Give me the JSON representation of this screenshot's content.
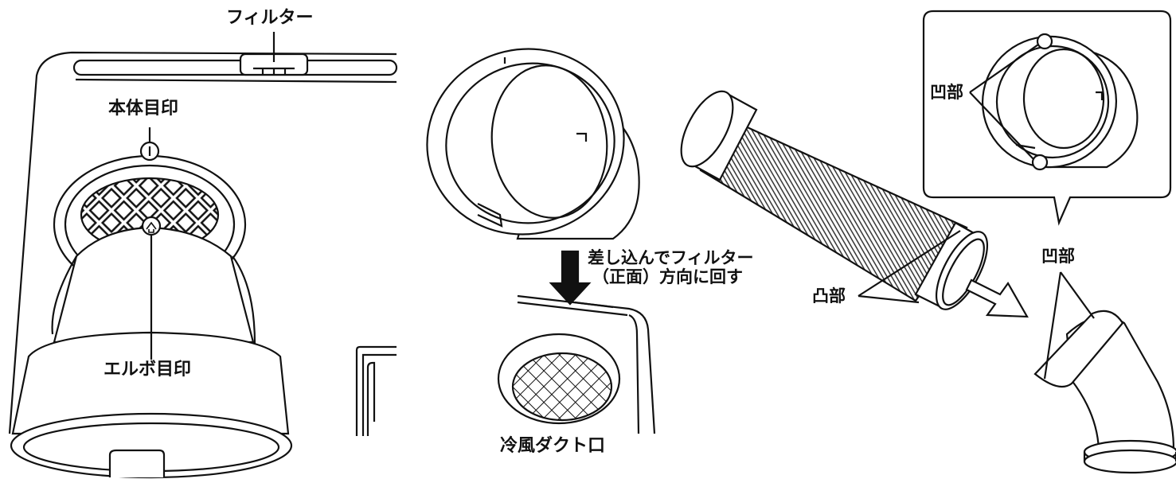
{
  "labels": {
    "filter": "フィルター",
    "body_mark": "本体目印",
    "elbow_mark": "エルボ目印",
    "instruction_line1": "差し込んでフィルター",
    "instruction_line2": "（正面）方向に回す",
    "cold_air_duct": "冷風ダクト口",
    "convex": "凸部",
    "concave_inset": "凹部",
    "concave_lower": "凹部"
  }
}
